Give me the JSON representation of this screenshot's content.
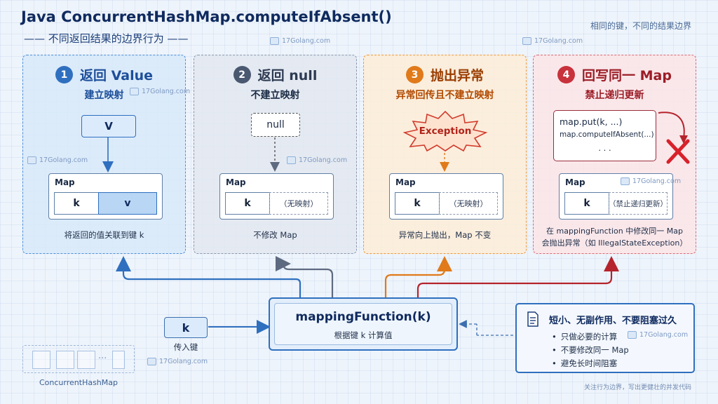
{
  "header": {
    "title": "Java ConcurrentHashMap.computeIfAbsent()",
    "subtitle": "—— 不同返回结果的边界行为 ——",
    "top_note": "相同的键，不同的结果边界"
  },
  "watermark": "17Golang.com",
  "panels": [
    {
      "number": "1",
      "title": "返回 Value",
      "subtitle": "建立映射",
      "value_box": "V",
      "map_label": "Map",
      "key": "k",
      "value": "v",
      "description": "将返回的值关联到键 k",
      "accent": "#2f6fbf"
    },
    {
      "number": "2",
      "title": "返回 null",
      "subtitle": "不建立映射",
      "value_box": "null",
      "map_label": "Map",
      "key": "k",
      "value": "（无映射）",
      "description": "不修改 Map",
      "accent": "#4a5870"
    },
    {
      "number": "3",
      "title": "抛出异常",
      "subtitle": "异常回传且不建立映射",
      "value_box": "Exception",
      "map_label": "Map",
      "key": "k",
      "value": "（无映射）",
      "description": "异常向上抛出，Map 不变",
      "accent": "#d9730d"
    },
    {
      "number": "4",
      "title": "回写同一 Map",
      "subtitle": "禁止递归更新",
      "code_lines": [
        "map.put(k, ...)",
        "map.computeIfAbsent(...)",
        ". . ."
      ],
      "map_label": "Map",
      "key": "k",
      "value": "（禁止递归更新）",
      "description_lines": [
        "在 mappingFunction 中修改同一 Map",
        "会抛出异常（如 IllegalStateException）"
      ],
      "accent": "#c8323c"
    }
  ],
  "input": {
    "key": "k",
    "label": "传入键"
  },
  "function": {
    "title": "mappingFunction(k)",
    "subtitle": "根据键 k 计算值"
  },
  "tip": {
    "title": "短小、无副作用、不要阻塞过久",
    "items": [
      "只做必要的计算",
      "不要修改同一 Map",
      "避免长时间阻塞"
    ]
  },
  "decor": {
    "label": "ConcurrentHashMap",
    "ellipsis": "···"
  },
  "footer": "关注行为边界，写出更健壮的并发代码"
}
